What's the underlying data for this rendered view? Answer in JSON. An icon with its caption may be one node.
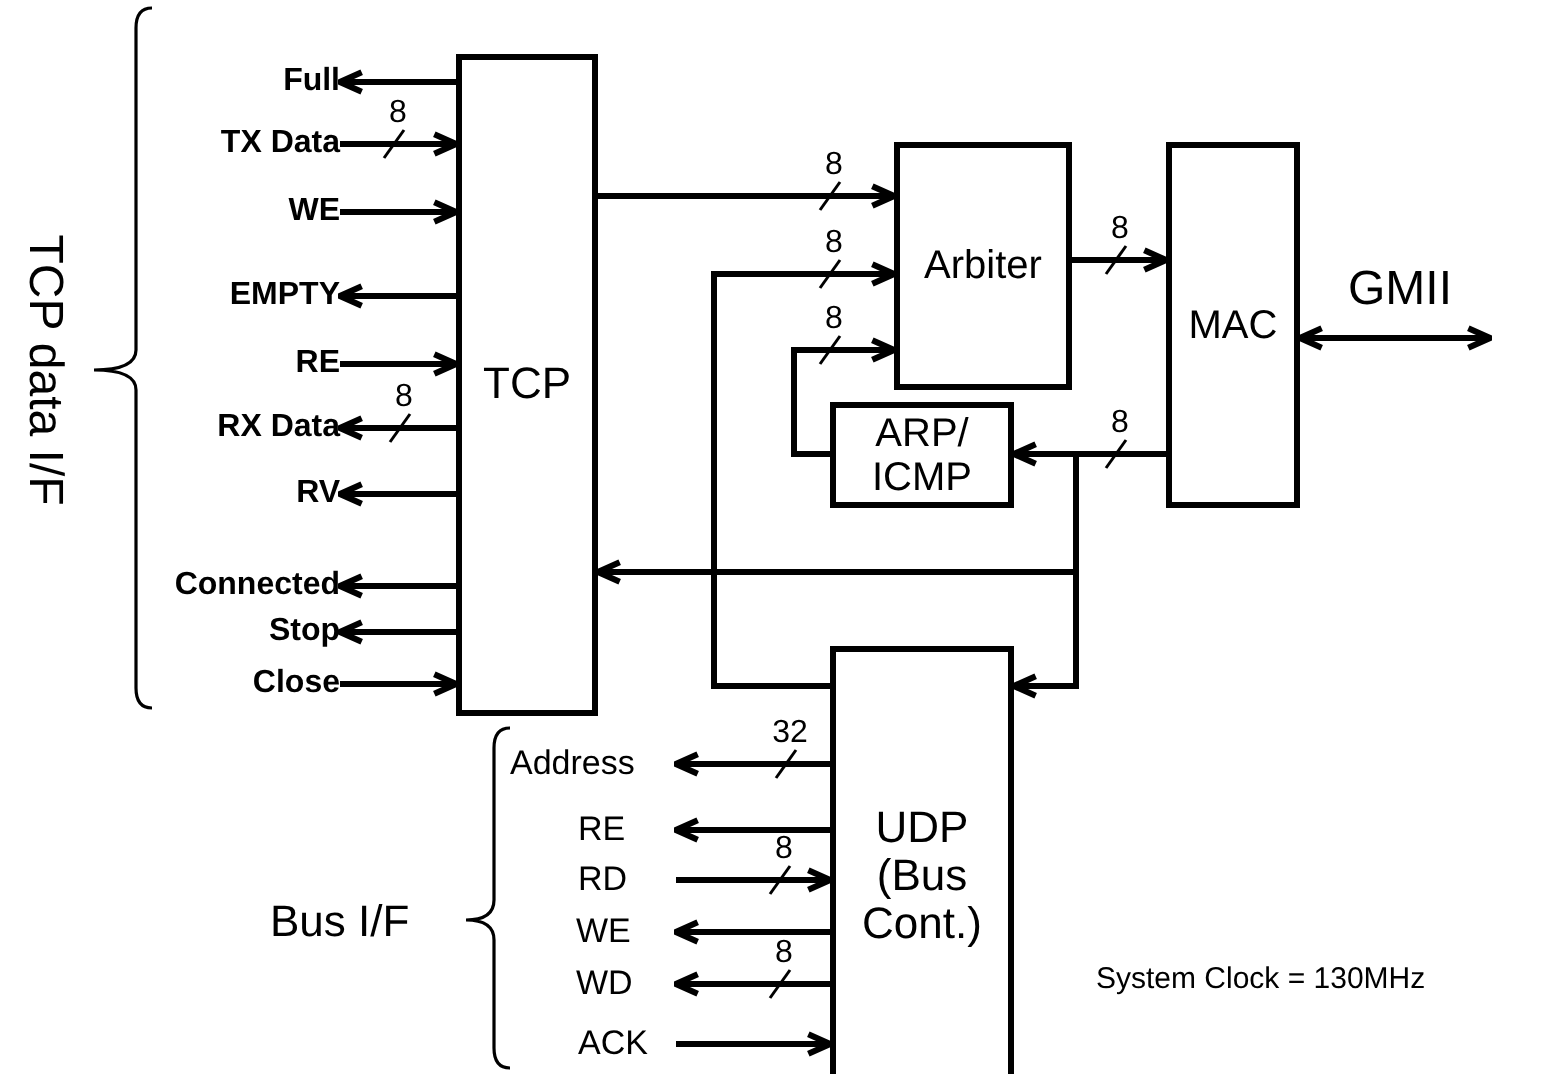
{
  "diagram": {
    "nodes": [
      {
        "text": [
          "Full"
        ]
      },
      {
        "text": [
          "TX Data"
        ]
      },
      {
        "text": [
          "WE"
        ]
      },
      {
        "text": [
          "EMPTY"
        ]
      },
      {
        "text": [
          "RE"
        ]
      },
      {
        "text": [
          "RX Data"
        ]
      },
      {
        "text": [
          "RV"
        ]
      },
      {
        "text": [
          "Connected"
        ]
      },
      {
        "text": [
          "Stop"
        ]
      },
      {
        "text": [
          "Close"
        ]
      },
      {
        "text": [
          "TCP"
        ]
      },
      {
        "text": [
          "Arbiter"
        ]
      },
      {
        "text": [
          "MAC"
        ]
      },
      {
        "text": [
          "ARP/ ICMP"
        ]
      },
      {
        "text": [
          "Address"
        ]
      },
      {
        "text": [
          "RE"
        ]
      },
      {
        "text": [
          "RD"
        ]
      },
      {
        "text": [
          "WE"
        ]
      },
      {
        "text": [
          "WD"
        ]
      },
      {
        "text": [
          "ACK"
        ]
      },
      {
        "text": [
          "UDP (Bus Cont.)"
        ]
      }
    ],
    "edges": [
      {
        "from": 10,
        "to": 0,
        "arrow": "to"
      },
      {
        "from": 1,
        "to": 10,
        "arrow": "to",
        "label": "8"
      },
      {
        "from": 2,
        "to": 10,
        "arrow": "to"
      },
      {
        "from": 10,
        "to": 3,
        "arrow": "to"
      },
      {
        "from": 4,
        "to": 10,
        "arrow": "to"
      },
      {
        "from": 10,
        "to": 5,
        "arrow": "to",
        "label": "8"
      },
      {
        "from": 10,
        "to": 6,
        "arrow": "to"
      },
      {
        "from": 10,
        "to": 7,
        "arrow": "to"
      },
      {
        "from": 10,
        "to": 8,
        "arrow": "to"
      },
      {
        "from": 9,
        "to": 10,
        "arrow": "to"
      },
      {
        "from": 10,
        "to": 11,
        "arrow": "to",
        "label": "8"
      },
      {
        "from": 20,
        "to": 11,
        "arrow": "to",
        "label": "8"
      },
      {
        "from": 13,
        "to": 11,
        "arrow": "to",
        "label": "8"
      },
      {
        "from": 11,
        "to": 12,
        "arrow": "to",
        "label": "8"
      },
      {
        "from": 12,
        "to": 13,
        "arrow": "to",
        "label": "8"
      },
      {
        "from": 12,
        "to": 10,
        "arrow": "to"
      },
      {
        "from": 12,
        "to": 20,
        "arrow": "to"
      },
      {
        "from": 12,
        "to": null,
        "arrow": "both",
        "label": "GMII"
      },
      {
        "from": 20,
        "to": 14,
        "arrow": "to",
        "label": "32"
      },
      {
        "from": 20,
        "to": 15,
        "arrow": "to"
      },
      {
        "from": 16,
        "to": 20,
        "arrow": "to",
        "label": "8"
      },
      {
        "from": 20,
        "to": 17,
        "arrow": "to"
      },
      {
        "from": 20,
        "to": 18,
        "arrow": "to",
        "label": "8"
      },
      {
        "from": 19,
        "to": 20,
        "arrow": "to"
      }
    ],
    "labels": [
      "TCP data I/F",
      "Bus I/F",
      "System Clock = 130MHz"
    ]
  }
}
